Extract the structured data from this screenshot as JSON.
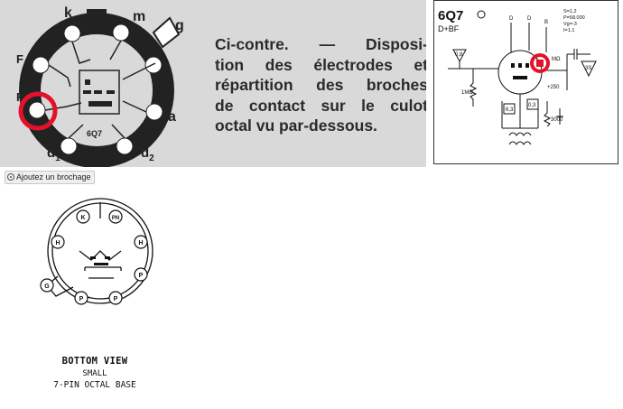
{
  "left_figure": {
    "pin_labels": {
      "k": "k",
      "m": "m",
      "g": "g",
      "F_top": "F",
      "F_left": "F",
      "a": "a",
      "d1": "d",
      "d1_sub": "1",
      "d2": "d",
      "d2_sub": "2",
      "tube": "6Q7"
    },
    "description_lines": [
      "Ci-contre. — Disposi-",
      "tion des électrodes et",
      "répartition des broches",
      "de contact sur le culot",
      "octal vu par-dessous."
    ],
    "highlight_color": "#e3122a"
  },
  "right_figure": {
    "tube_name": "6Q7",
    "tube_function": "D+BF",
    "params": [
      "S=1,2",
      "P=58.000",
      "Vg=-3",
      "I=1,1"
    ],
    "labels": {
      "d_left": "D",
      "d_right": "D",
      "b": "B",
      "r08": "0,8",
      "r1mo": "1MΩ",
      "r63": "6,3",
      "r03": "0,3",
      "r3000": "3000",
      "mo_label": "MΩ",
      "hv": "+250",
      "out": "3S"
    }
  },
  "caption_button": {
    "label": "Ajoutez un brochage",
    "icon": "info-circle-icon"
  },
  "bottom_figure": {
    "pins": {
      "k": "K",
      "pn": "PN",
      "h_left": "H",
      "h_right": "H",
      "p_right": "P",
      "p_low_right": "P",
      "p_low_left": "P",
      "g": "G"
    },
    "caption_line1": "BOTTOM VIEW",
    "caption_line2": "SMALL",
    "caption_line3": "7-PIN OCTAL BASE"
  }
}
